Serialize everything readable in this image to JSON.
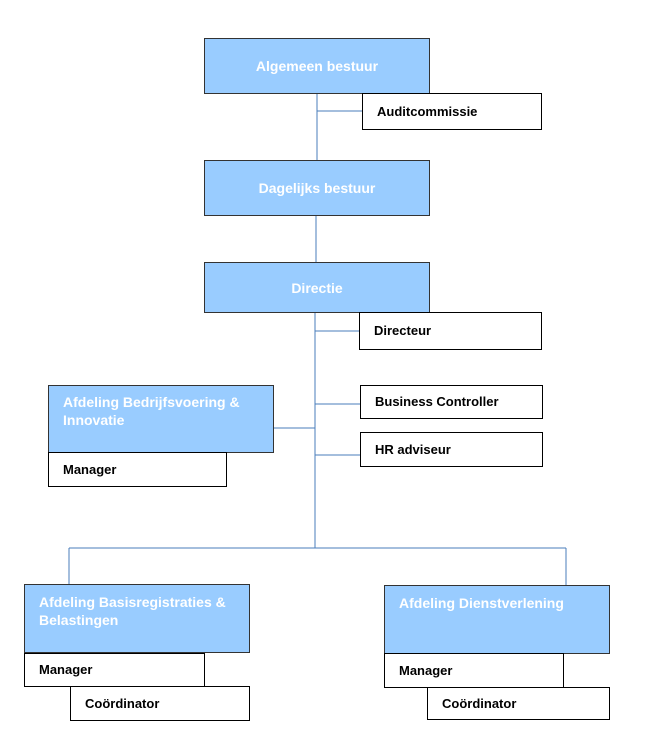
{
  "colors": {
    "unit_fill": "#99ccff",
    "unit_text": "#ffffff",
    "role_fill": "#ffffff",
    "connector": "#4a7ebb"
  },
  "org": {
    "algemeen_bestuur": "Algemeen bestuur",
    "auditcommissie": "Auditcommissie",
    "dagelijks_bestuur": "Dagelijks bestuur",
    "directie": "Directie",
    "directeur": "Directeur",
    "business_controller": "Business Controller",
    "hr_adviseur": "HR adviseur",
    "afdeling_bi": {
      "name": "Afdeling Bedrijfsvoering & Innovatie",
      "manager": "Manager"
    },
    "afdeling_bb": {
      "name": "Afdeling Basisregistraties & Belastingen",
      "manager": "Manager",
      "coordinator": "Coördinator"
    },
    "afdeling_dv": {
      "name": "Afdeling Dienstverlening",
      "manager": "Manager",
      "coordinator": "Coördinator"
    }
  }
}
